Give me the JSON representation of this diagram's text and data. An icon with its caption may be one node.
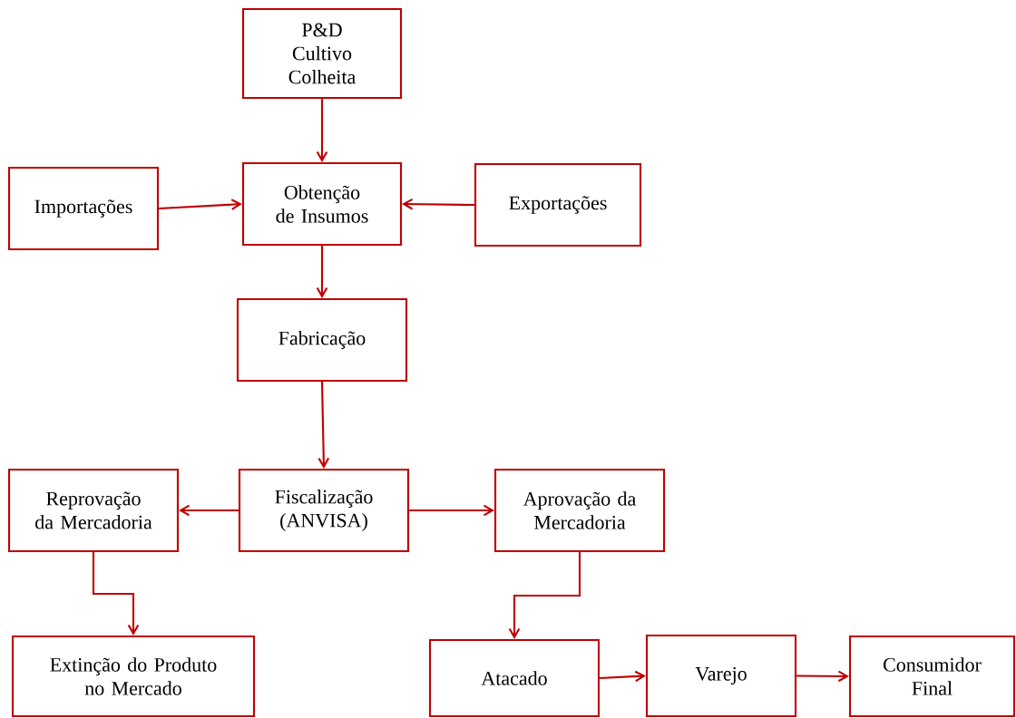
{
  "diagram": {
    "nodes": [
      {
        "text": [
          "P&D",
          "Cultivo",
          "Colheita"
        ]
      },
      {
        "text": [
          "Importações"
        ]
      },
      {
        "text": [
          "Obtenção de Insumos"
        ]
      },
      {
        "text": [
          "Exportações"
        ]
      },
      {
        "text": [
          "Fabricação"
        ]
      },
      {
        "text": [
          "Reprovação da Mercadoria"
        ]
      },
      {
        "text": [
          "Fiscalização (ANVISA)"
        ]
      },
      {
        "text": [
          "Aprovação da Mercadoria"
        ]
      },
      {
        "text": [
          "Extinção do Produto no Mercado"
        ]
      },
      {
        "text": [
          "Atacado"
        ]
      },
      {
        "text": [
          "Varejo"
        ]
      },
      {
        "text": [
          "Consumidor Final"
        ]
      }
    ],
    "edges": [
      {
        "from": 0,
        "to": 2,
        "arrow": "to"
      },
      {
        "from": 1,
        "to": 2,
        "arrow": "to"
      },
      {
        "from": 3,
        "to": 2,
        "arrow": "to"
      },
      {
        "from": 2,
        "to": 4,
        "arrow": "to"
      },
      {
        "from": 4,
        "to": 6,
        "arrow": "to"
      },
      {
        "from": 6,
        "to": 5,
        "arrow": "to"
      },
      {
        "from": 6,
        "to": 7,
        "arrow": "to"
      },
      {
        "from": 5,
        "to": 8,
        "arrow": "to"
      },
      {
        "from": 7,
        "to": 9,
        "arrow": "to"
      },
      {
        "from": 9,
        "to": 10,
        "arrow": "to"
      },
      {
        "from": 10,
        "to": 11,
        "arrow": "to"
      }
    ]
  }
}
